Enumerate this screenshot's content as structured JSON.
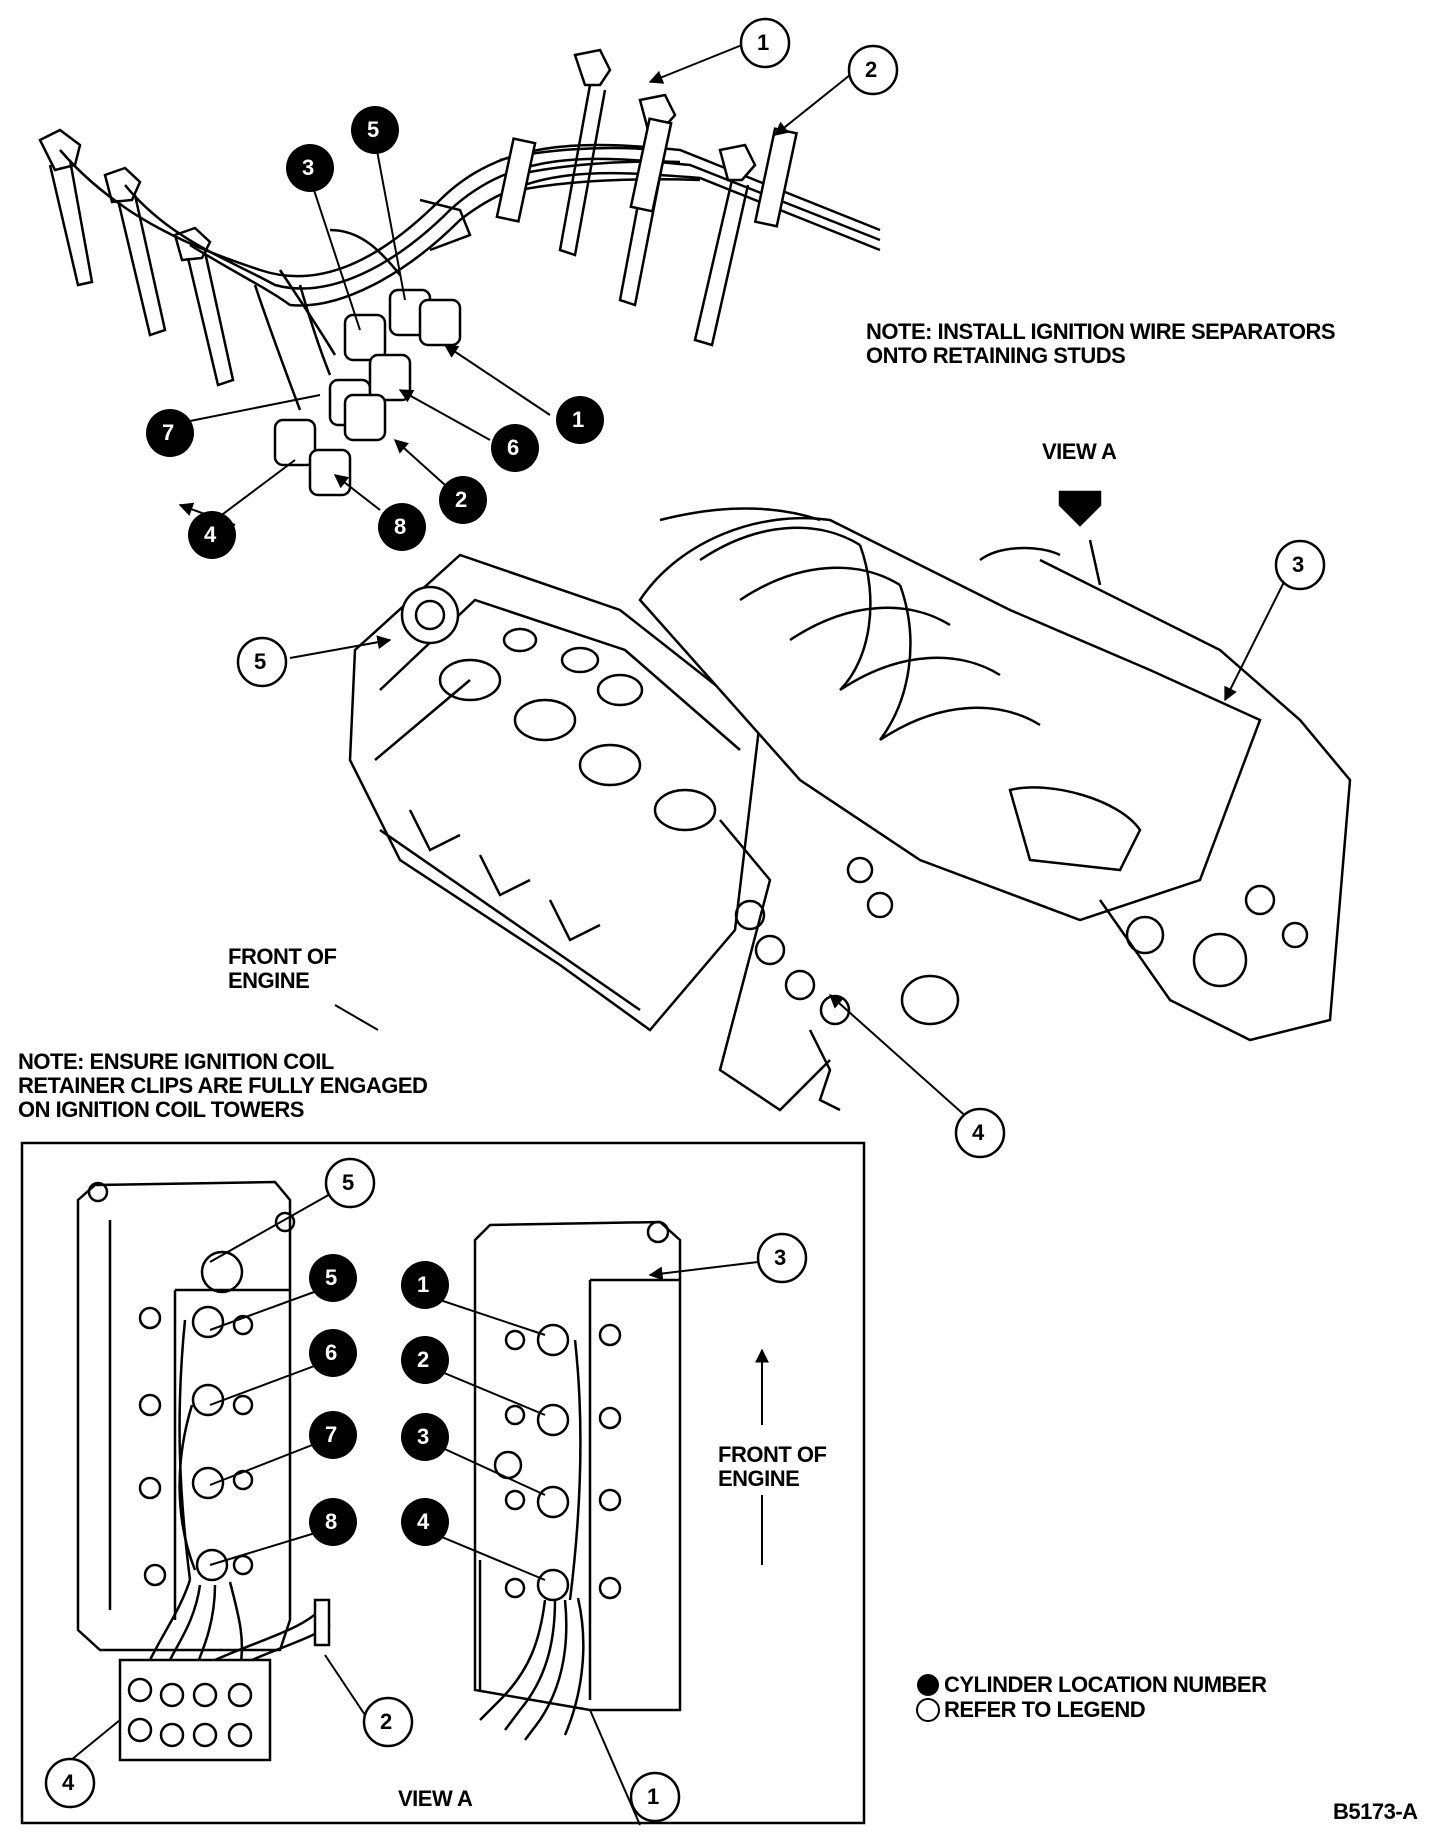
{
  "top_view": {
    "note_separators": [
      "NOTE: INSTALL IGNITION WIRE SEPARATORS",
      "ONTO RETAINING STUDS"
    ],
    "view_label": "VIEW A",
    "front_label": [
      "FRONT OF",
      "ENGINE"
    ],
    "note_clips": [
      "NOTE: ENSURE IGNITION COIL",
      "RETAINER CLIPS ARE FULLY ENGAGED",
      "ON IGNITION COIL TOWERS"
    ],
    "legend_callouts": [
      "1",
      "2",
      "3",
      "4",
      "5"
    ],
    "cylinder_markers": [
      "1",
      "2",
      "3",
      "4",
      "5",
      "6",
      "7",
      "8"
    ]
  },
  "view_a": {
    "title": "VIEW A",
    "front_label": [
      "FRONT OF",
      "ENGINE"
    ],
    "left_bank_cylinders": [
      "5",
      "6",
      "7",
      "8"
    ],
    "right_bank_cylinders": [
      "1",
      "2",
      "3",
      "4"
    ],
    "legend_callouts": [
      "5",
      "3",
      "2",
      "4",
      "1"
    ]
  },
  "key": {
    "filled_label": "CYLINDER LOCATION NUMBER",
    "open_label": "REFER TO LEGEND"
  },
  "figure_code": "B5173-A"
}
